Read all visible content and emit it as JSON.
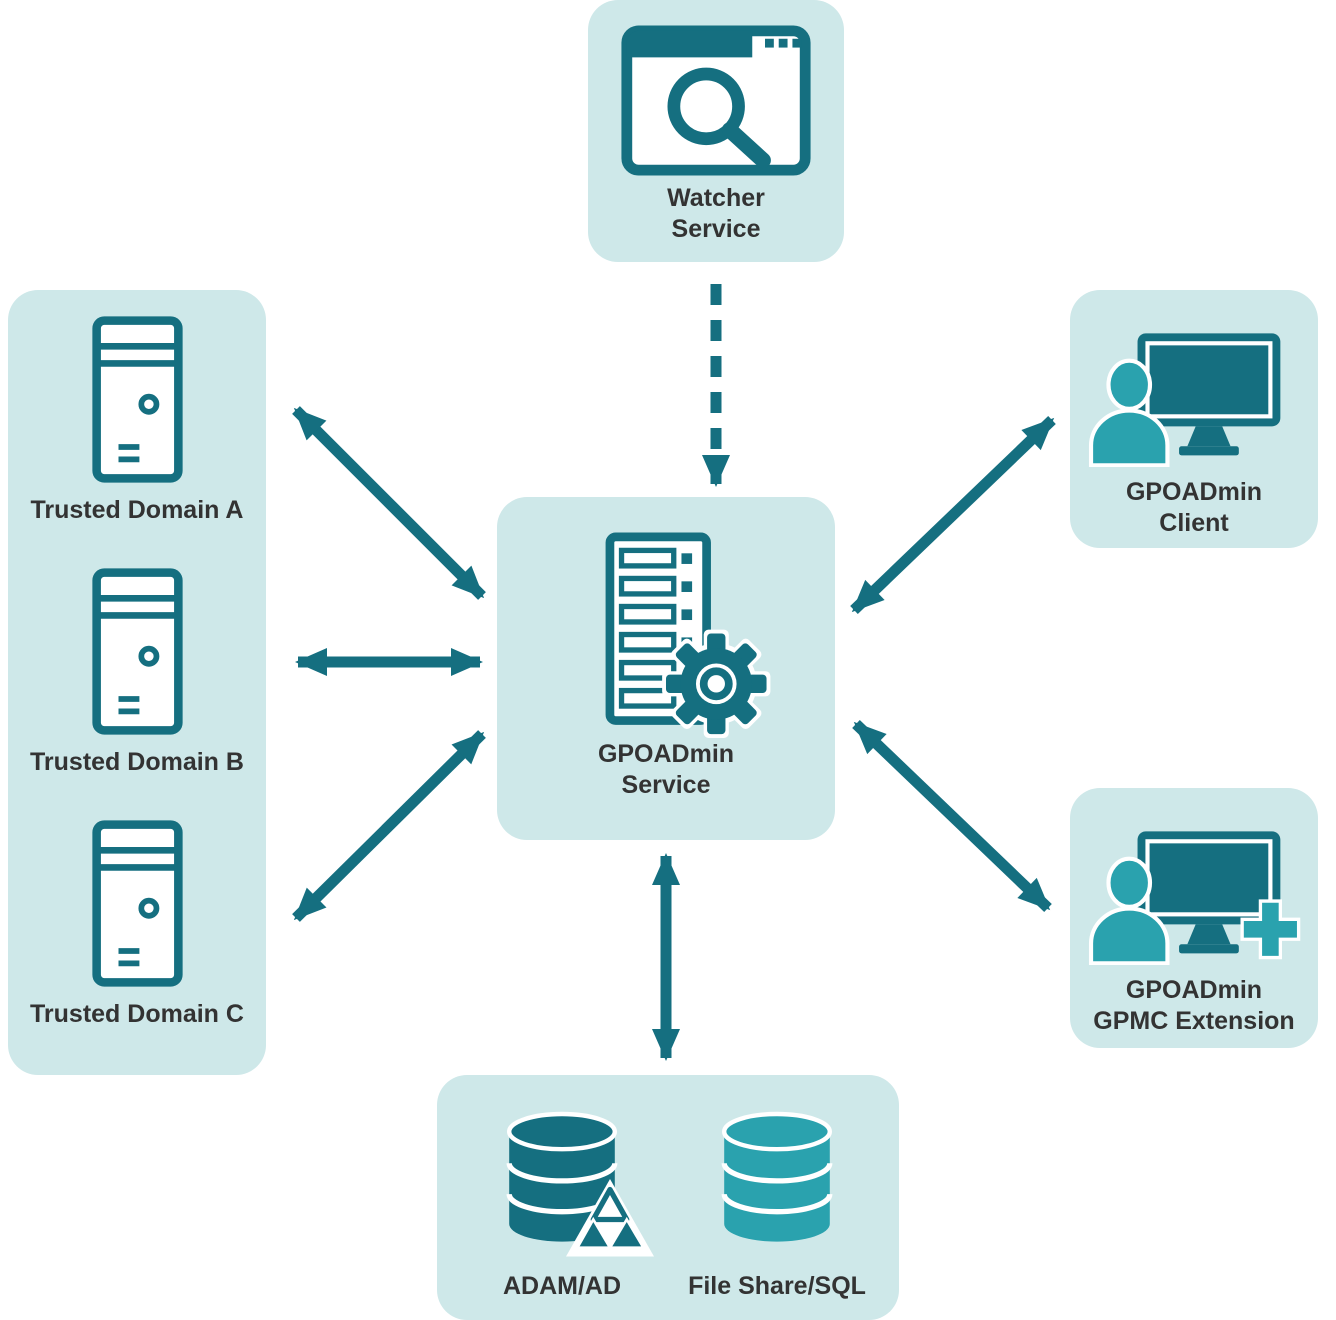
{
  "colors": {
    "box_bg": "#cee8e9",
    "dark_teal": "#156f80",
    "light_teal": "#2aa2ae",
    "label": "#333333",
    "white": "#ffffff"
  },
  "nodes": {
    "watcher": {
      "line1": "Watcher",
      "line2": "Service",
      "icon": "browser-search-icon"
    },
    "trusted_domains": {
      "items": [
        {
          "label": "Trusted Domain A",
          "icon": "server-tower-icon"
        },
        {
          "label": "Trusted Domain B",
          "icon": "server-tower-icon"
        },
        {
          "label": "Trusted Domain C",
          "icon": "server-tower-icon"
        }
      ]
    },
    "service": {
      "line1": "GPOADmin",
      "line2": "Service",
      "icon": "server-rack-gear-icon"
    },
    "client": {
      "line1": "GPOADmin",
      "line2": "Client",
      "icon": "user-monitor-icon"
    },
    "gpmc": {
      "line1": "GPOADmin",
      "line2": "GPMC Extension",
      "icon": "user-monitor-plus-icon"
    },
    "storage": {
      "items": [
        {
          "label": "ADAM/AD",
          "icon": "database-delta-icon"
        },
        {
          "label": "File Share/SQL",
          "icon": "database-icon"
        }
      ]
    }
  },
  "connections": [
    {
      "from": "watcher-service",
      "to": "gpoadmin-service",
      "style": "dashed",
      "direction": "one-way"
    },
    {
      "from": "trusted-domain-a",
      "to": "gpoadmin-service",
      "style": "solid",
      "direction": "two-way"
    },
    {
      "from": "trusted-domain-b",
      "to": "gpoadmin-service",
      "style": "solid",
      "direction": "two-way"
    },
    {
      "from": "trusted-domain-c",
      "to": "gpoadmin-service",
      "style": "solid",
      "direction": "two-way"
    },
    {
      "from": "gpoadmin-service",
      "to": "gpoadmin-client",
      "style": "solid",
      "direction": "two-way"
    },
    {
      "from": "gpoadmin-service",
      "to": "gpoadmin-gpmc-extension",
      "style": "solid",
      "direction": "two-way"
    },
    {
      "from": "gpoadmin-service",
      "to": "storage",
      "style": "solid",
      "direction": "two-way"
    }
  ]
}
